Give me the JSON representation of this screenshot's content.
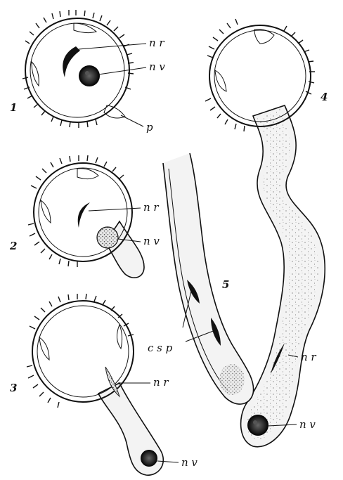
{
  "figure": {
    "grain_numbers": [
      "1",
      "2",
      "3",
      "4",
      "5"
    ],
    "labels": {
      "nr": "n r",
      "nv": "n v",
      "p": "p",
      "csp": "c s p"
    }
  },
  "colors": {
    "ink": "#111111",
    "cytoplasm": "#f3f3f3",
    "background": "#ffffff"
  }
}
